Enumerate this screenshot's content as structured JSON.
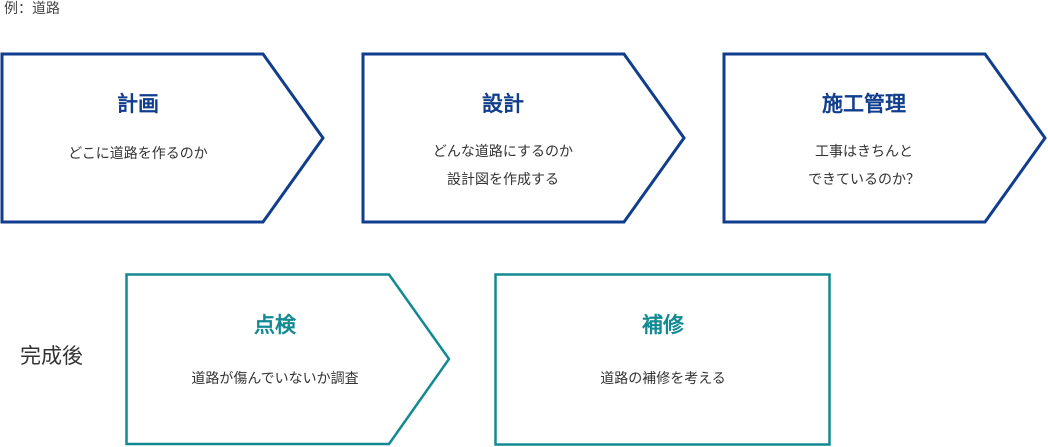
{
  "caption": "例：道路",
  "after_completion_label": "完成後",
  "colors": {
    "planning_stroke": "#103d8c",
    "after_stroke": "#138a93"
  },
  "steps": [
    {
      "title": "計画",
      "lines": [
        "どこに道路を作るのか"
      ]
    },
    {
      "title": "設計",
      "lines": [
        "どんな道路にするのか",
        "設計図を作成する"
      ]
    },
    {
      "title": "施工管理",
      "lines": [
        "工事はきちんと",
        "できているのか？"
      ]
    },
    {
      "title": "点検",
      "lines": [
        "道路が傷んでいないか調査"
      ]
    },
    {
      "title": "補修",
      "lines": [
        "道路の補修を考える"
      ]
    }
  ]
}
